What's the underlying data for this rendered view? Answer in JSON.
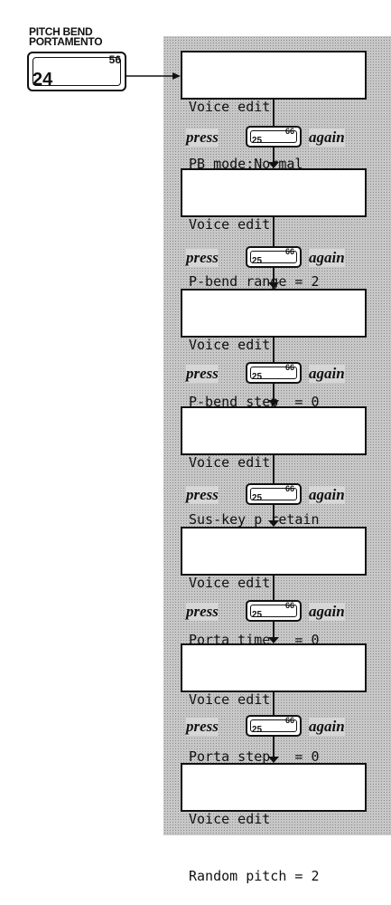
{
  "source_key": {
    "label_line1": "PITCH BEND",
    "label_line2": "PORTAMENTO",
    "key_number": "24",
    "key_superscript": "56"
  },
  "press_step": {
    "press_label": "press",
    "again_label": "again",
    "key_number": "25",
    "key_superscript": "66"
  },
  "screens": [
    {
      "line1": "Voice edit",
      "line2": "PB mode:Normal"
    },
    {
      "line1": "Voice edit",
      "line2": "P-bend range = 2"
    },
    {
      "line1": "Voice edit",
      "line2": "P-bend step  = 0"
    },
    {
      "line1": "Voice edit",
      "line2": "Sus-key p retain"
    },
    {
      "line1": "Voice edit",
      "line2": "Porta time   = 0"
    },
    {
      "line1": "Voice edit",
      "line2": "Porta step   = 0"
    },
    {
      "line1": "Voice edit",
      "line2": "Random pitch = 2"
    }
  ]
}
